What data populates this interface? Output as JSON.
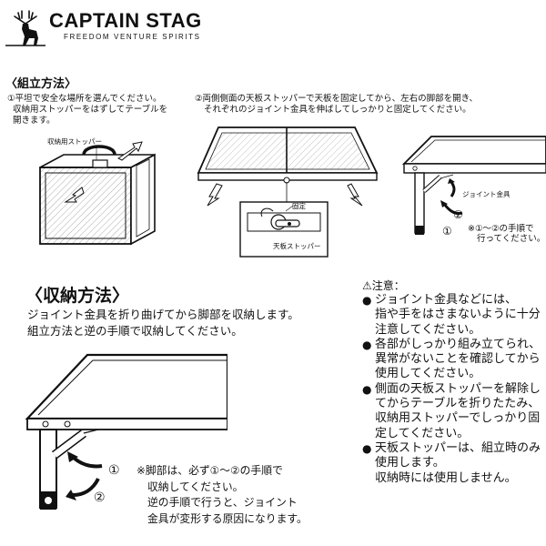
{
  "brand": {
    "name": "CAPTAIN STAG",
    "tagline": "FREEDOM VENTURE SPIRITS"
  },
  "assembly": {
    "heading": "〈組立方法〉",
    "step1": {
      "lines": [
        "①平坦で安全な場所を選んでください。",
        "収納用ストッパーをはずしてテーブルを",
        "開きます。"
      ],
      "label_stopper": "収納用ストッパー"
    },
    "step2": {
      "lines": [
        "②両側側面の天板ストッパーで天板を固定してから、左右の脚部を開き、",
        "それぞれのジョイント金具を伸ばしてしっかりと固定してください。"
      ],
      "label_fix": "固定",
      "label_top_stopper": "天板ストッパー"
    },
    "step3": {
      "label_joint": "ジョイント金具",
      "note_lines": [
        "※①～②の手順で",
        "行ってください。"
      ],
      "num1": "①",
      "num2": "②"
    }
  },
  "storage": {
    "heading": "〈収納方法〉",
    "lines": [
      "ジョイント金具を折り曲げてから脚部を収納します。",
      "組立方法と逆の手順で収納してください。"
    ],
    "num1": "①",
    "num2": "②",
    "note_lines": [
      "※脚部は、必ず①～②の手順で",
      "収納してください。",
      "逆の手順で行うと、ジョイント",
      "金具が変形する原因になります。"
    ]
  },
  "caution": {
    "title": "⚠注意：",
    "bullet": "●",
    "items": [
      "ジョイント金具などには、\n指や手をはさまないように十分注意してください。",
      "各部がしっかり組み立てられ、異常がないことを確認してから使用してください。",
      "側面の天板ストッパーを解除してからテーブルを折りたたみ、収納用ストッパーでしっかり固定してください。",
      "天板ストッパーは、組立時のみ使用します。\n収納時には使用しません。"
    ]
  }
}
